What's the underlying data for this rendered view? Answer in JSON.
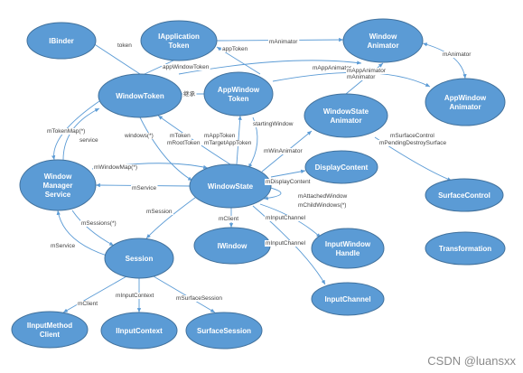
{
  "nodes": [
    {
      "id": "ibinder",
      "lines": [
        "IBinder"
      ]
    },
    {
      "id": "iapplication-token",
      "lines": [
        "IApplication",
        "Token"
      ]
    },
    {
      "id": "window-animator",
      "lines": [
        "Window",
        "Animator"
      ]
    },
    {
      "id": "window-token",
      "lines": [
        "WindowToken"
      ]
    },
    {
      "id": "app-window-token",
      "lines": [
        "AppWindow",
        "Token"
      ]
    },
    {
      "id": "window-state-animator",
      "lines": [
        "WindowState",
        "Animator"
      ]
    },
    {
      "id": "app-window-animator",
      "lines": [
        "AppWindow",
        "Animator"
      ]
    },
    {
      "id": "window-manager-service",
      "lines": [
        "Window",
        "Manager",
        "Service"
      ]
    },
    {
      "id": "window-state",
      "lines": [
        "WindowState"
      ]
    },
    {
      "id": "display-content",
      "lines": [
        "DisplayContent"
      ]
    },
    {
      "id": "surface-control",
      "lines": [
        "SurfaceControl"
      ]
    },
    {
      "id": "iwindow",
      "lines": [
        "IWindow"
      ]
    },
    {
      "id": "input-window-handle",
      "lines": [
        "InputWindow",
        "Handle"
      ]
    },
    {
      "id": "transformation",
      "lines": [
        "Transformation"
      ]
    },
    {
      "id": "session",
      "lines": [
        "Session"
      ]
    },
    {
      "id": "input-channel",
      "lines": [
        "InputChannel"
      ]
    },
    {
      "id": "iinput-method-client",
      "lines": [
        "IInputMethod",
        "Client"
      ]
    },
    {
      "id": "iinput-context",
      "lines": [
        "IInputContext"
      ]
    },
    {
      "id": "surface-session",
      "lines": [
        "SurfaceSession"
      ]
    }
  ],
  "edges": [
    {
      "id": "e1",
      "labels": [
        "token"
      ]
    },
    {
      "id": "e2",
      "labels": [
        "appToken"
      ]
    },
    {
      "id": "e3",
      "labels": [
        "mAnimator"
      ]
    },
    {
      "id": "e4",
      "labels": [
        "appWindowToken"
      ]
    },
    {
      "id": "e5",
      "labels": [
        "mAppAnimator"
      ]
    },
    {
      "id": "e6",
      "labels": [
        "mAnimator"
      ]
    },
    {
      "id": "e7",
      "labels": [
        "mAppAnimator"
      ]
    },
    {
      "id": "e8",
      "labels": [
        "继承"
      ]
    },
    {
      "id": "e9",
      "labels": [
        "mAnimator"
      ]
    },
    {
      "id": "e10",
      "labels": [
        "mTokenMap(*)"
      ]
    },
    {
      "id": "e11",
      "labels": [
        "service"
      ]
    },
    {
      "id": "e12",
      "labels": [
        "windows(*)"
      ]
    },
    {
      "id": "e13",
      "labels": [
        "mToken",
        "mRootToken"
      ]
    },
    {
      "id": "e14",
      "labels": [
        "mAppToken",
        "mTargetAppToken"
      ]
    },
    {
      "id": "e15",
      "labels": [
        "startingWindow"
      ]
    },
    {
      "id": "e16",
      "labels": [
        "mWinAnimator"
      ]
    },
    {
      "id": "e17",
      "labels": [
        "mSurfaceControl",
        "mPendingDestroySurface"
      ]
    },
    {
      "id": "e18",
      "labels": [
        "mWindowMap(*)"
      ]
    },
    {
      "id": "e19",
      "labels": [
        "mService"
      ]
    },
    {
      "id": "e20",
      "labels": [
        "mDisplayContent"
      ]
    },
    {
      "id": "e21",
      "labels": [
        "mAttachedWindow",
        "mChildWindows(*)"
      ]
    },
    {
      "id": "e22",
      "labels": [
        "mSessions(*)"
      ]
    },
    {
      "id": "e23",
      "labels": [
        "mSession"
      ]
    },
    {
      "id": "e24",
      "labels": [
        "mClient"
      ]
    },
    {
      "id": "e25",
      "labels": [
        "mInputChannel"
      ]
    },
    {
      "id": "e26",
      "labels": [
        "mInputChannel"
      ]
    },
    {
      "id": "e27",
      "labels": [
        "mService"
      ]
    },
    {
      "id": "e28",
      "labels": [
        "mClient"
      ]
    },
    {
      "id": "e29",
      "labels": [
        "mInputContext"
      ]
    },
    {
      "id": "e30",
      "labels": [
        "mSurfaceSession"
      ]
    }
  ],
  "watermark": "CSDN @luansxx",
  "colors": {
    "node_fill": "#5b9bd5",
    "node_stroke": "#41719c",
    "edge": "#5b9bd5",
    "text": "#404040"
  }
}
